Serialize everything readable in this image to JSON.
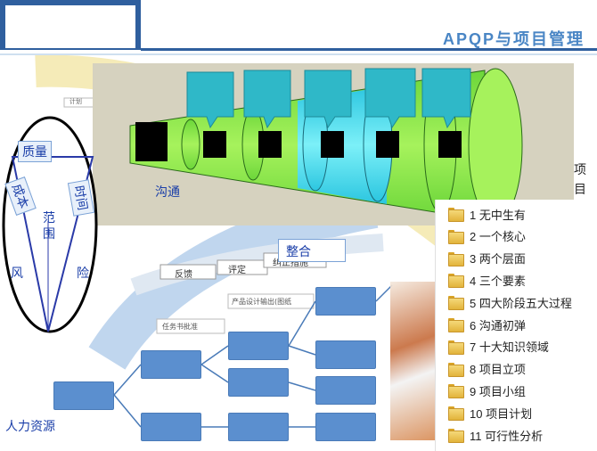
{
  "title": "APQP与项目管理",
  "funnel": {
    "communication_label": "沟通",
    "tabs": [
      "",
      "",
      "",
      "",
      ""
    ]
  },
  "merge_label": "整合",
  "triangle": {
    "top": "质量",
    "left": "成本",
    "right": "时间",
    "center_line1": "范",
    "center_line2": "围",
    "bottom_left": "风",
    "bottom_right": "险"
  },
  "side_text": "项目",
  "hr_label": "人力资源",
  "background_labels": {
    "plan": "计划",
    "feedback": "反馈",
    "review": "评定",
    "correct": "纠正措施",
    "output": "产品设计输出(图纸",
    "approval": "任务书批准"
  },
  "list": [
    "1 无中生有",
    "2 一个核心",
    "3 两个层面",
    "4 三个要素",
    "5 四大阶段五大过程",
    "6 沟通初弹",
    "7 十大知识领域",
    "8 项目立项",
    "9 项目小组",
    "10 项目计划",
    "11 可行性分析"
  ],
  "colors": {
    "header_blue": "#2f5f9e",
    "title_blue": "#4a86c5",
    "funnel_green": "#88e84a",
    "funnel_cyan": "#4ee0f0",
    "tab_teal": "#2fb8c8",
    "node_blue": "#5b8fcf",
    "label_blue": "#1a3ea8"
  }
}
